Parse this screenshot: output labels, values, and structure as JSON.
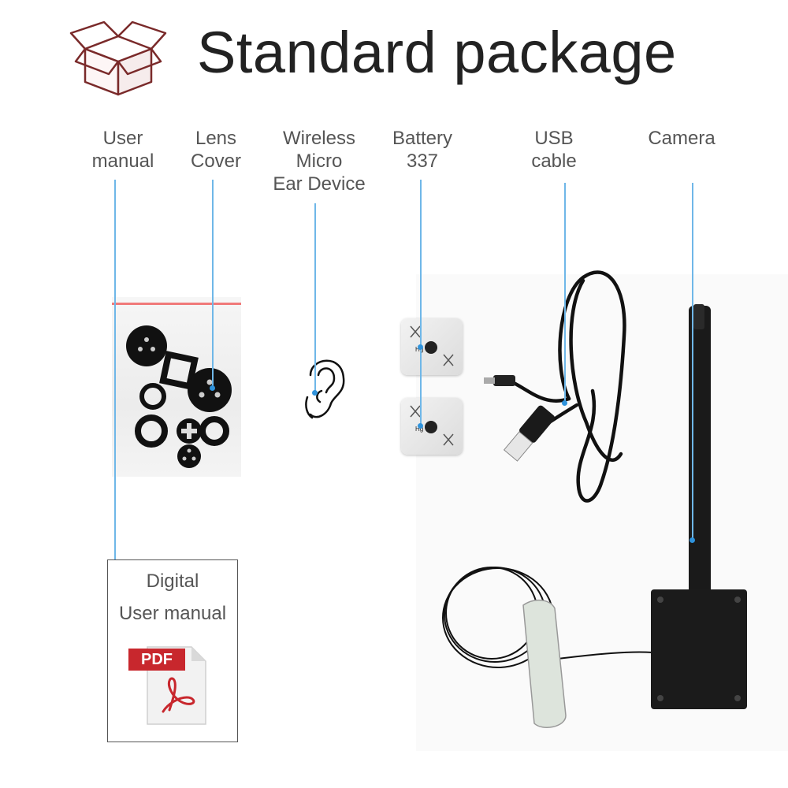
{
  "header": {
    "title": "Standard package",
    "icon": "box-icon"
  },
  "items": [
    {
      "key": "user_manual",
      "label_lines": [
        "User",
        "manual"
      ]
    },
    {
      "key": "lens_cover",
      "label_lines": [
        "Lens",
        "Cover"
      ]
    },
    {
      "key": "ear_device",
      "label_lines": [
        "Wireless",
        "Micro",
        "Ear Device"
      ]
    },
    {
      "key": "battery",
      "label_lines": [
        "Battery",
        "337"
      ]
    },
    {
      "key": "usb_cable",
      "label_lines": [
        "USB",
        "cable"
      ]
    },
    {
      "key": "camera",
      "label_lines": [
        "Camera"
      ]
    }
  ],
  "digital_manual": {
    "line1": "Digital",
    "line2": "User manual",
    "pdf_label": "PDF"
  },
  "colors": {
    "leader_line": "#6fb7e8",
    "dot": "#2f93dc",
    "bag_zip": "#f07a7a",
    "pdf_red": "#c8272d"
  }
}
